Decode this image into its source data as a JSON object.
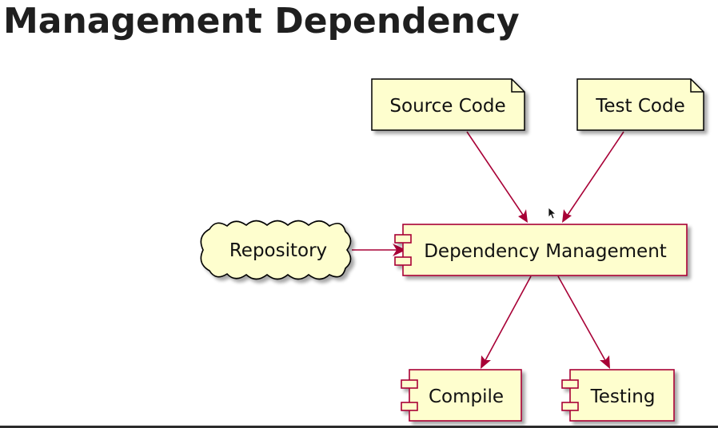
{
  "slide": {
    "title": "Management Dependency"
  },
  "diagram": {
    "nodes": {
      "source_code": "Source Code",
      "test_code": "Test Code",
      "repository": "Repository",
      "dependency_management": "Dependency Management",
      "compile": "Compile",
      "testing": "Testing"
    },
    "colors": {
      "node_fill": "#FEFECE",
      "node_border": "#A80036",
      "arrow": "#A80036",
      "note_border": "#000000"
    }
  }
}
